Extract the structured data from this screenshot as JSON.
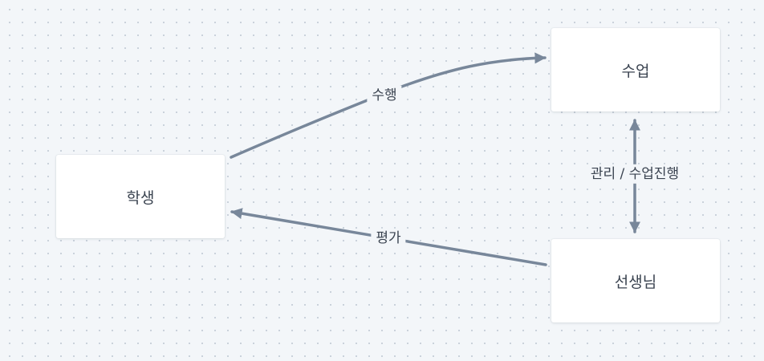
{
  "nodes": {
    "student": "학생",
    "class": "수업",
    "teacher": "선생님"
  },
  "edges": {
    "student_to_class": "수행",
    "teacher_to_student": "평가",
    "teacher_class": "관리 / 수업진행"
  },
  "colors": {
    "background": "#f3f6f9",
    "grid_dot": "#c3ccd6",
    "node_fill": "#ffffff",
    "edge_stroke": "#78879a",
    "text": "#3a4350"
  }
}
